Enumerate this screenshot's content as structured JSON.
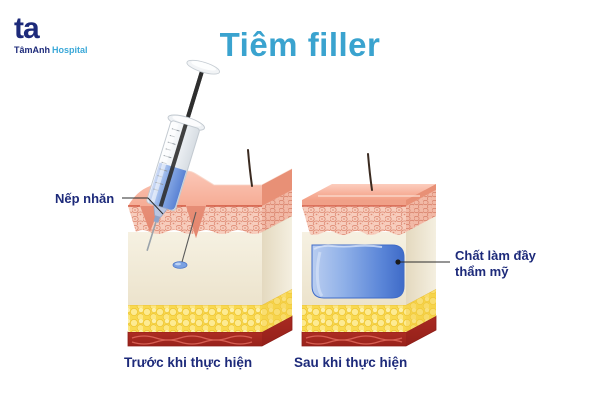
{
  "background_color": "#ffffff",
  "logo": {
    "mark": "ta",
    "word_primary": "TâmAnh",
    "word_secondary": "Hospital",
    "primary_color": "#1d2a7a",
    "secondary_color": "#3aa8d8"
  },
  "header": {
    "title": "Tiêm filler",
    "title_color": "#3aa3cf"
  },
  "callouts": [
    {
      "id": "wrinkle",
      "label": "Nếp nhăn",
      "color": "#1d2a7a",
      "points_to": "skin-wrinkle-groove"
    },
    {
      "id": "filler",
      "line1": "Chất làm đầy",
      "line2": "thẩm mỹ",
      "color": "#1d2a7a",
      "points_to": "dermal-filler-mass"
    }
  ],
  "panels": [
    {
      "id": "before",
      "caption": "Trước khi thực hiện",
      "has_syringe": true,
      "surface": "wrinkled",
      "filler_volume": "droplet"
    },
    {
      "id": "after",
      "caption": "Sau khi thực hiện",
      "has_syringe": false,
      "surface": "smooth",
      "filler_volume": "large-mass"
    }
  ],
  "anatomy": {
    "layers": [
      {
        "name": "epidermis",
        "color": "#f4a58c"
      },
      {
        "name": "dermis-honeycomb",
        "color": "#f6c9b6"
      },
      {
        "name": "subcutaneous",
        "color": "#efe7d2"
      },
      {
        "name": "fat",
        "color": "#fbdf60"
      },
      {
        "name": "muscle",
        "color": "#b02b22"
      }
    ],
    "filler_color": "#6e9fe0",
    "hair_color": "#3a2a20"
  },
  "syringe": {
    "barrel_color": "#e9eef2",
    "fluid_color": "#7aa3e0",
    "plunger_color": "#3b3b3b",
    "needle_color": "#9aa3ab"
  }
}
